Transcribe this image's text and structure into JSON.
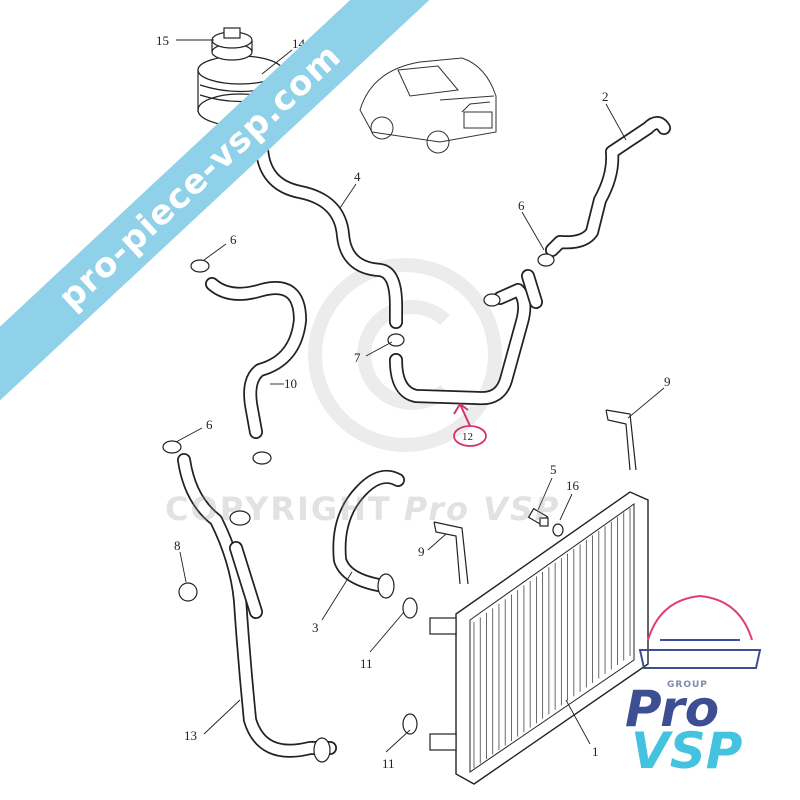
{
  "watermark": {
    "banner_text": "pro-piece-vsp.com",
    "copyright_text": "COPYRIGHT",
    "copyright_brand": "Pro VSP",
    "banner_color": "#8fd1e8"
  },
  "logo": {
    "group_text": "GROUP",
    "brand_top": "Pro",
    "brand_bottom": "VSP",
    "colors": {
      "pro": "#3d4f92",
      "vsp": "#44c3e0",
      "accent": "#e23c7c"
    }
  },
  "highlight": {
    "part_number": "12",
    "color": "#d6336c"
  },
  "part_labels": [
    {
      "id": "label-15",
      "text": "15"
    },
    {
      "id": "label-14",
      "text": "14"
    },
    {
      "id": "label-2",
      "text": "2"
    },
    {
      "id": "label-4",
      "text": "4"
    },
    {
      "id": "label-6a",
      "text": "6"
    },
    {
      "id": "label-6b",
      "text": "6"
    },
    {
      "id": "label-6c",
      "text": "6"
    },
    {
      "id": "label-7",
      "text": "7"
    },
    {
      "id": "label-10",
      "text": "10"
    },
    {
      "id": "label-9a",
      "text": "9"
    },
    {
      "id": "label-9b",
      "text": "9"
    },
    {
      "id": "label-5",
      "text": "5"
    },
    {
      "id": "label-16",
      "text": "16"
    },
    {
      "id": "label-8",
      "text": "8"
    },
    {
      "id": "label-3",
      "text": "3"
    },
    {
      "id": "label-11a",
      "text": "11"
    },
    {
      "id": "label-11b",
      "text": "11"
    },
    {
      "id": "label-13",
      "text": "13"
    },
    {
      "id": "label-1",
      "text": "1"
    }
  ]
}
